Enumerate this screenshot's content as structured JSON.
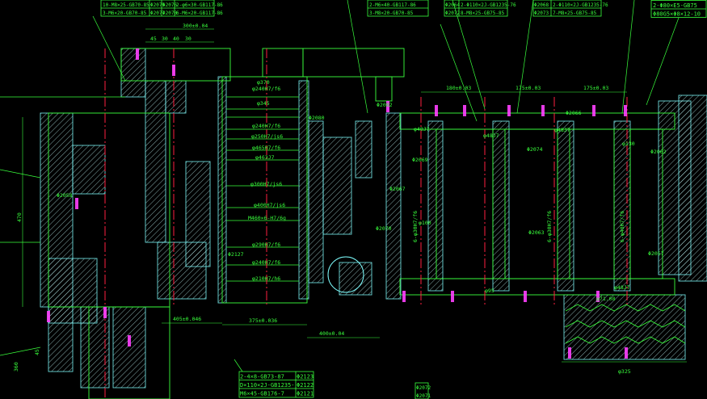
{
  "drawing": {
    "background": "#000000",
    "colors": {
      "outline": "#39ff3c",
      "section": "#7fffff",
      "centerline": "#ff2040",
      "fastener": "#ff40ff",
      "hatch": "#c8ffff"
    },
    "tables": {
      "top_left": [
        [
          "10-M8×25-GB70-85",
          "Φ2075",
          "Φ2076",
          "2-φ6×30-GB117-86"
        ],
        [
          "3-M6×20-GB70-85",
          "Φ2077",
          "Φ2078",
          "6-M6×20-GB117-86"
        ]
      ],
      "top_center": [
        "2-M6×40-GB117-86",
        "3-M8×20-GB70-85"
      ],
      "top_mid1": [
        [
          "Φ2064",
          "2-Φ110×2J-GB1235-76"
        ],
        [
          "Φ2072",
          "8-M8×25-GB75-85"
        ]
      ],
      "top_mid2": [
        [
          "Φ2068",
          "2-Φ110×2J-GB1235-76"
        ],
        [
          "Φ2073",
          "7-M8×25-GB75-85"
        ]
      ],
      "top_right": [
        "2-Φ80×E5-GB75",
        "Φ80G5×Φ8×12-10"
      ],
      "bottom": [
        [
          "2-4×8-GB73-87",
          "Φ2123"
        ],
        [
          "D×110×2J-GB1235-",
          "Φ2122"
        ],
        [
          "M6×45-GB176-7",
          "Φ2121"
        ]
      ],
      "bottom_right": [
        "Φ2072",
        "Φ2071"
      ]
    },
    "fit_labels": [
      "φ370",
      "φ240H7/f6",
      "φ345",
      "φ240H7/f6",
      "φ250H7/js6",
      "φ465H7/f6",
      "φ463J7",
      "φ300H7/js6",
      "φ400H7/js6",
      "M460×6-H7/6g",
      "φ290H7/f6",
      "φ240H7/f6",
      "φ210H7/h6",
      "Φ2127"
    ],
    "dimensions": {
      "top_width": "300±0.04",
      "top_segments": [
        "45",
        "30",
        "40",
        "30"
      ],
      "shaft_spacing": [
        "180±0.03",
        "175±0.03",
        "175±0.03"
      ],
      "center_distance_1": "375±0.036",
      "center_distance_2": "400±0.04",
      "left_distance": "405±0.046",
      "height": "470",
      "pulley_dia": "φ325",
      "left_small": [
        "360",
        "45"
      ]
    },
    "part_labels": [
      "Φ2080",
      "Φ2082",
      "Φ2069",
      "Φ2067",
      "Φ2070",
      "Φ2074",
      "Φ2066",
      "Φ2063",
      "Φ2062",
      "Φ2057",
      "Φ2058",
      "φ48J7",
      "φ48J7",
      "φ48J7",
      "φ48J7",
      "φ71.08",
      "6-φ30H7/f6",
      "6-φ30H7/f6",
      "6-φ48H7/f6",
      "φ130",
      "φ100",
      "φ95"
    ]
  }
}
